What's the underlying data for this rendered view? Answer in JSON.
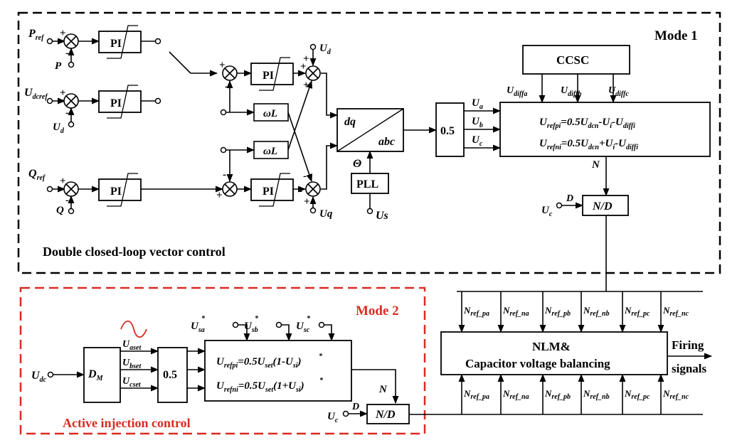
{
  "mode1": {
    "title": "Mode 1",
    "caption": "Double closed-loop vector control",
    "pref": "P",
    "pref_sub": "ref",
    "p": "P",
    "udcref": "U",
    "udcref_sub": "dcref",
    "ud_fb": "U",
    "ud_fb_sub": "d",
    "qref": "Q",
    "qref_sub": "ref",
    "q": "Q",
    "pi": "PI",
    "omega_l": "ωL",
    "ud_ff": "U",
    "ud_ff_sub": "d",
    "uq_ff": "Uq",
    "dq": "dq",
    "abc": "abc",
    "theta": "Θ",
    "pll": "PLL",
    "us": "Us",
    "gain": "0.5",
    "ua": "U",
    "ua_sub": "a",
    "ub": "U",
    "ub_sub": "b",
    "uc": "U",
    "uc_sub": "c",
    "ccsc": "CCSC",
    "udiffa": "U",
    "udiffa_sub": "diffa",
    "udiffb": "U",
    "udiffb_sub": "diffb",
    "udiffc": "U",
    "udiffc_sub": "diffc",
    "eq1": [
      "U",
      "refpi",
      "=0.5U",
      "dcn",
      "-U",
      "i",
      "-U",
      "diffi"
    ],
    "eq2": [
      "U",
      "refni",
      "=0.5U",
      "dcn",
      "+U",
      "i",
      "-U",
      "diffi"
    ],
    "n": "N",
    "nd": "N/D",
    "d": "D",
    "ucap": "U",
    "ucap_sub": "c"
  },
  "mode2": {
    "title": "Mode 2",
    "caption": "Active injection control",
    "udc": "U",
    "udc_sub": "dc",
    "dm": "D",
    "dm_sub": "M",
    "uaset": "U",
    "uaset_sub": "aset",
    "ubset": "U",
    "ubset_sub": "bset",
    "ucset": "U",
    "ucset_sub": "cset",
    "gain": "0.5",
    "usa": "U",
    "usa_sub": "sa",
    "usb": "U",
    "usb_sub": "sb",
    "usc": "U",
    "usc_sub": "sc",
    "star": "*",
    "eq1": [
      "U",
      "refpi",
      "=0.5U",
      "set",
      "(1-U",
      "si",
      ")"
    ],
    "eq2": [
      "U",
      "refni",
      "=0.5U",
      "set",
      "(1+U",
      "si",
      ")"
    ],
    "n": "N",
    "nd": "N/D",
    "d": "D",
    "ucap": "U",
    "ucap_sub": "c"
  },
  "nlm": {
    "line1": "NLM&",
    "line2": "Capacitor voltage balancing",
    "output1": "Firing",
    "output2": "signals",
    "nref": "N",
    "refs": [
      "ref_pa",
      "ref_na",
      "ref_pb",
      "ref_nb",
      "ref_pc",
      "ref_nc"
    ]
  },
  "signs": {
    "plus": "+",
    "minus": "-"
  },
  "colors": {
    "mode1_border": "#000000",
    "mode2_border": "#d92b22",
    "mode2_text": "#d92b22"
  }
}
